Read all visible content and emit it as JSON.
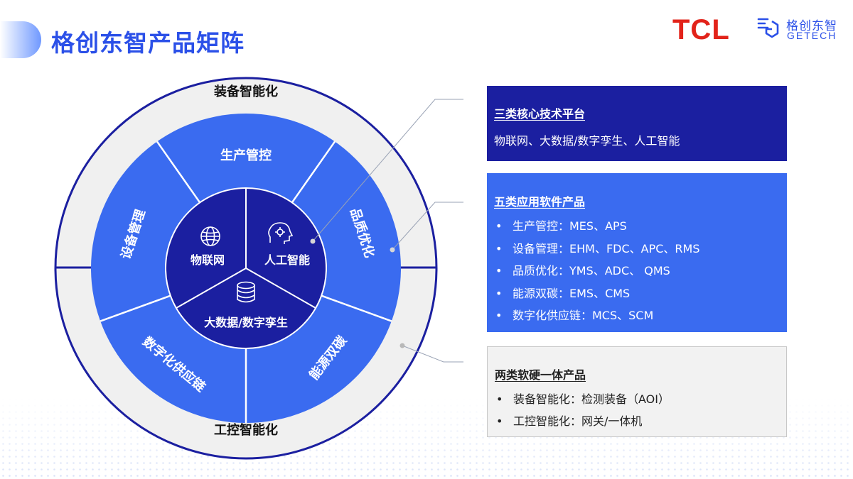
{
  "header": {
    "title": "格创东智产品矩阵",
    "logo_tcl": "TCL",
    "logo_getech_cn": "格创东智",
    "logo_getech_en": "GETECH"
  },
  "wheel": {
    "outer_top": "装备智能化",
    "outer_bottom": "工控智能化",
    "middle": [
      "生产管控",
      "品质优化",
      "能源双碳",
      "数字化供应链",
      "设备管理"
    ],
    "core": [
      "物联网",
      "人工智能",
      "大数据/数字孪生"
    ]
  },
  "cards": [
    {
      "title": "三类核心技术平台",
      "line": "物联网、大数据/数字孪生、人工智能"
    },
    {
      "title": "五类应用软件产品",
      "items": [
        "生产管控：MES、APS",
        "设备管理：EHM、FDC、APC、RMS",
        "品质优化：YMS、ADC、 QMS",
        "能源双碳：EMS、CMS",
        "数字化供应链：MCS、SCM"
      ]
    },
    {
      "title": "两类软硬一体产品",
      "items": [
        "装备智能化：检测装备（AOI）",
        "工控智能化：网关/一体机"
      ]
    }
  ],
  "colors": {
    "title_blue": "#2b50e8",
    "navy": "#1b1fa0",
    "blue": "#3a6bf0",
    "ring_gray": "#f0f0f0",
    "tcl_red": "#e2231a"
  }
}
